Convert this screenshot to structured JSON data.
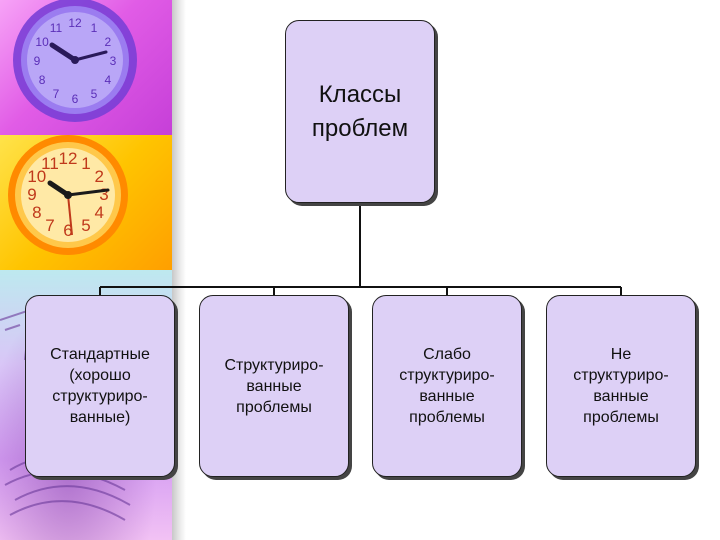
{
  "diagram": {
    "root": {
      "label": "Классы\nпроблем"
    },
    "children": [
      {
        "label": "Стандартные\n(хорошо\nструктуриро-\nванные)"
      },
      {
        "label": "Структуриро-\nванные\nпроблемы"
      },
      {
        "label": "Слабо\nструктуриро-\nванные\nпроблемы"
      },
      {
        "label": "Не\nструктуриро-\nванные\nпроблемы"
      }
    ]
  },
  "decoration": {
    "clock_top_numerals": [
      "12",
      "1",
      "2",
      "3",
      "4",
      "5",
      "6",
      "7",
      "8",
      "9",
      "10",
      "11"
    ],
    "clock_middle_numerals": [
      "12",
      "1",
      "2",
      "3",
      "4",
      "5",
      "6",
      "7",
      "8",
      "9",
      "10",
      "11"
    ]
  }
}
